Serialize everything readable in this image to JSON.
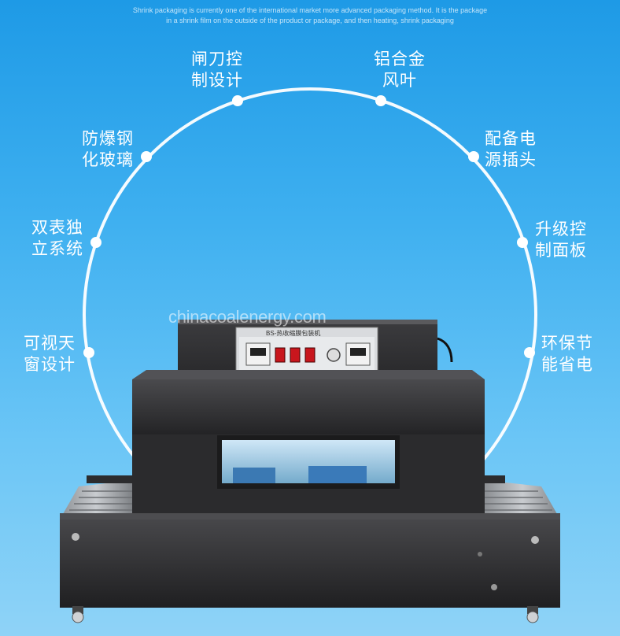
{
  "intro": {
    "line1": "Shrink packaging is currently one of the international market more advanced packaging method. It is the package",
    "line2": "in a shrink film on the outside of the product or package, and then heating, shrink packaging"
  },
  "features": [
    {
      "line1": "闸刀控",
      "line2": "制设计"
    },
    {
      "line1": "铝合金",
      "line2": "风叶"
    },
    {
      "line1": "防爆钢",
      "line2": "化玻璃"
    },
    {
      "line1": "配备电",
      "line2": "源插头"
    },
    {
      "line1": "双表独",
      "line2": "立系统"
    },
    {
      "line1": "升级控",
      "line2": "制面板"
    },
    {
      "line1": "可视天",
      "line2": "窗设计"
    },
    {
      "line1": "环保节",
      "line2": "能省电"
    }
  ],
  "watermark": "chinacoalenergy.com",
  "machine": {
    "panel_title": "BS-热收缩膜包装机"
  },
  "colors": {
    "background_top": "#1e9ae6",
    "background_bottom": "#8fd3f7",
    "arc": "#ffffff",
    "machine_body": "#2e2e30"
  }
}
